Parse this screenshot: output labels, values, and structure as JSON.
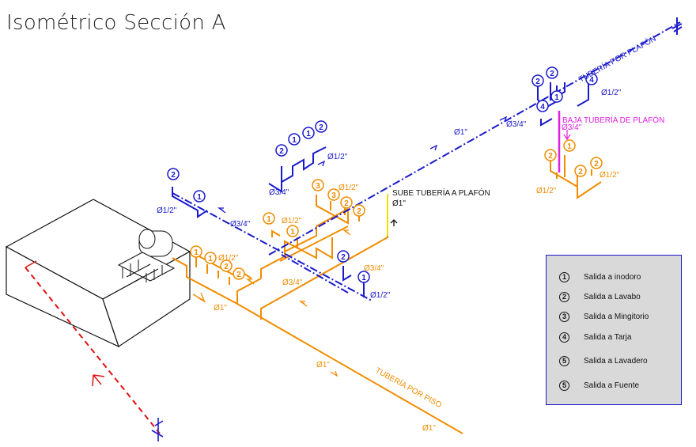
{
  "title": "Isométrico Sección A",
  "labels": {
    "tuberia_plafon": "TUBERÍA POR PLAFÓN",
    "tuberia_piso": "TUBERÍA POR PISO",
    "sube_tuberia": "SUBE TUBERÍA A PLAFÓN",
    "baja_tuberia": "BAJA TUBERÍA DE PLAFÓN",
    "d_1": "Ø1\"",
    "d_3_4": "Ø3/4\"",
    "d_1_2": "Ø1/2\""
  },
  "outlet_numbers": [
    "1",
    "2",
    "3",
    "4",
    "5"
  ],
  "legend": [
    {
      "num": "1",
      "text": "Salida a inodoro"
    },
    {
      "num": "2",
      "text": "Salida a Lavabo"
    },
    {
      "num": "3",
      "text": "Salida a Mingitorio"
    },
    {
      "num": "4",
      "text": "Salida a Tarja"
    },
    {
      "num": "5",
      "text": "Salida a Lavadero"
    },
    {
      "num": "5",
      "text": "Salida a Fuente"
    }
  ],
  "colors": {
    "floor_pipe": "#f28c00",
    "ceiling_pipe": "#1a1acc",
    "down_pipe": "#e020e0",
    "riser": "#f0e000",
    "cistern_line": "#e01010",
    "legend_bg": "#d9d9d9"
  }
}
